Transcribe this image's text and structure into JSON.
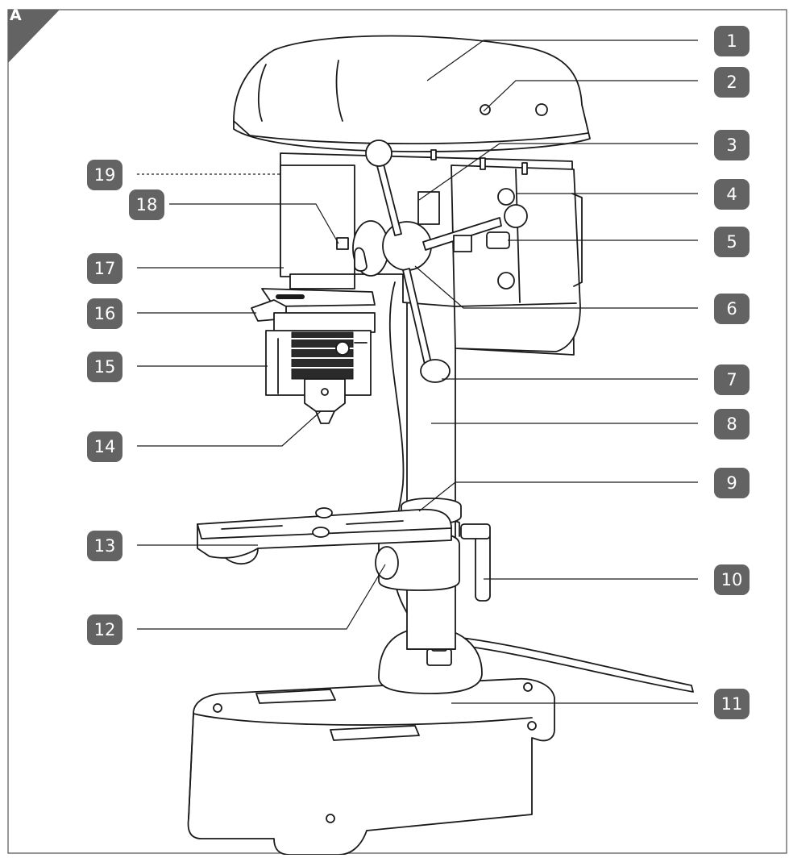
{
  "figure": {
    "panel_letter": "A",
    "colors": {
      "badge": "#636363",
      "badge_text": "#ffffff",
      "line": "#1a1a1a",
      "frame": "#555555"
    }
  },
  "callouts": [
    {
      "number": "1",
      "side": "right"
    },
    {
      "number": "2",
      "side": "right"
    },
    {
      "number": "3",
      "side": "right"
    },
    {
      "number": "4",
      "side": "right"
    },
    {
      "number": "5",
      "side": "right"
    },
    {
      "number": "6",
      "side": "right"
    },
    {
      "number": "7",
      "side": "right"
    },
    {
      "number": "8",
      "side": "right"
    },
    {
      "number": "9",
      "side": "right"
    },
    {
      "number": "10",
      "side": "right"
    },
    {
      "number": "11",
      "side": "right"
    },
    {
      "number": "12",
      "side": "left"
    },
    {
      "number": "13",
      "side": "left"
    },
    {
      "number": "14",
      "side": "left"
    },
    {
      "number": "15",
      "side": "left"
    },
    {
      "number": "16",
      "side": "left"
    },
    {
      "number": "17",
      "side": "left"
    },
    {
      "number": "18",
      "side": "left"
    },
    {
      "number": "19",
      "side": "left",
      "dashed": true
    }
  ]
}
